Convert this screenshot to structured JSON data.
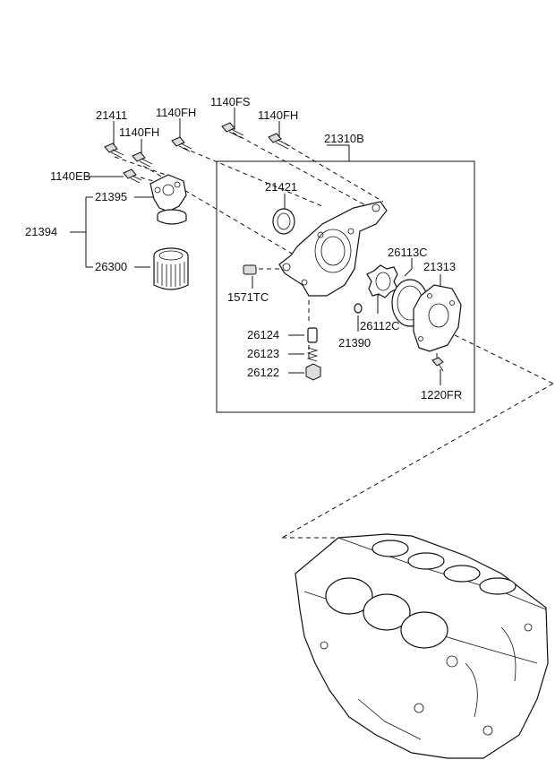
{
  "diagram": {
    "labels": {
      "p21411": "21411",
      "p1140FH_a": "1140FH",
      "p1140FH_b": "1140FH",
      "p1140FS": "1140FS",
      "p1140FH_c": "1140FH",
      "p21310B": "21310B",
      "p1140EB": "1140EB",
      "p21395": "21395",
      "p21394": "21394",
      "p26300": "26300",
      "p21421": "21421",
      "p26113C": "26113C",
      "p21313": "21313",
      "p1571TC": "1571TC",
      "p26112C": "26112C",
      "p26124": "26124",
      "p21390": "21390",
      "p26123": "26123",
      "p26122": "26122",
      "p1220FR": "1220FR"
    }
  }
}
